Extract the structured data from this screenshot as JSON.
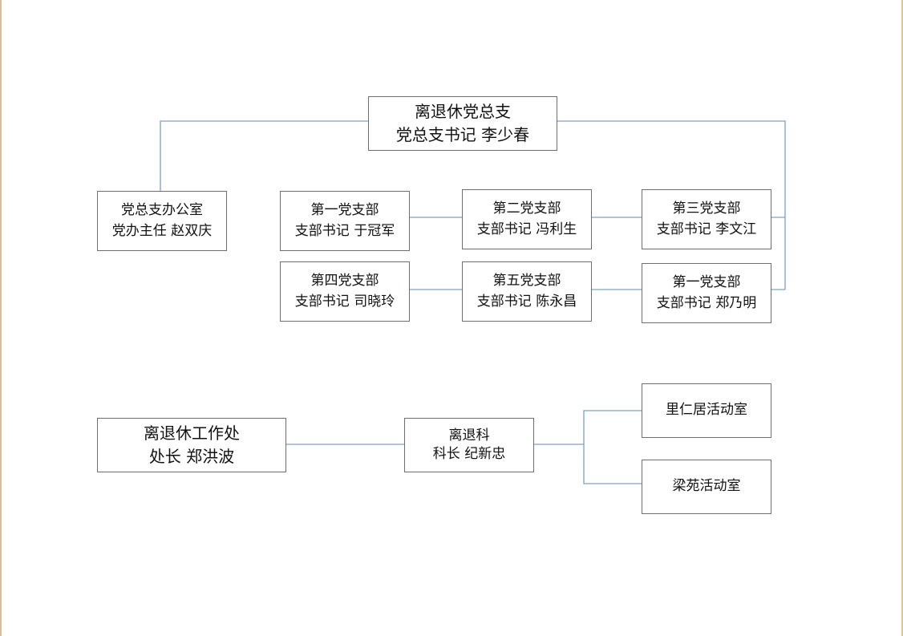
{
  "colors": {
    "connector": "#7f9fc3",
    "border": "#6e6e6e",
    "page_edge": "#d9bf95"
  },
  "party_committee": {
    "root": {
      "title": "离退休党总支",
      "subtitle": "党总支书记  李少春"
    },
    "office": {
      "title": "党总支办公室",
      "subtitle": "党办主任  赵双庆"
    },
    "branches": [
      {
        "title": "第一党支部",
        "subtitle": "支部书记  于冠军"
      },
      {
        "title": "第二党支部",
        "subtitle": "支部书记  冯利生"
      },
      {
        "title": "第三党支部",
        "subtitle": "支部书记  李文江"
      },
      {
        "title": "第四党支部",
        "subtitle": "支部书记  司晓玲"
      },
      {
        "title": "第五党支部",
        "subtitle": "支部书记  陈永昌"
      },
      {
        "title": "第一党支部",
        "subtitle": "支部书记  郑乃明"
      }
    ]
  },
  "work_office": {
    "root": {
      "title": "离退休工作处",
      "subtitle": "处长  郑洪波"
    },
    "section": {
      "title": "离退科",
      "subtitle": "科长  纪新忠"
    },
    "rooms": [
      {
        "title": "里仁居活动室"
      },
      {
        "title": "梁苑活动室"
      }
    ]
  }
}
